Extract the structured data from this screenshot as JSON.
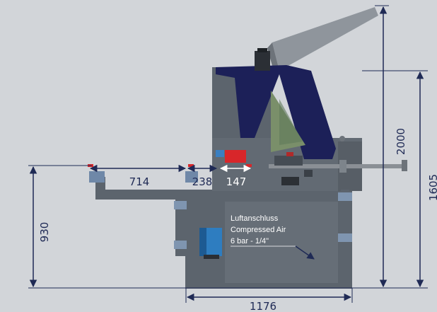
{
  "drawing": {
    "dimensions": {
      "overall_height": "2000",
      "table_height": "1605",
      "feed_height": "930",
      "feed_length": "714",
      "gap": "238",
      "clamp_width": "147",
      "base_width": "1176"
    },
    "note": {
      "line1": "Luftanschluss",
      "line2": "Compressed Air",
      "line3": "6 bar - 1/4\""
    },
    "colors": {
      "background": "#d2d5d9",
      "machine": "#5c646d",
      "machine_dark": "#3c434b",
      "hood": "#1c2058",
      "dimension_line": "#1f2a55",
      "motor": "#2e7dc0",
      "accent_red": "#d8262a"
    }
  }
}
